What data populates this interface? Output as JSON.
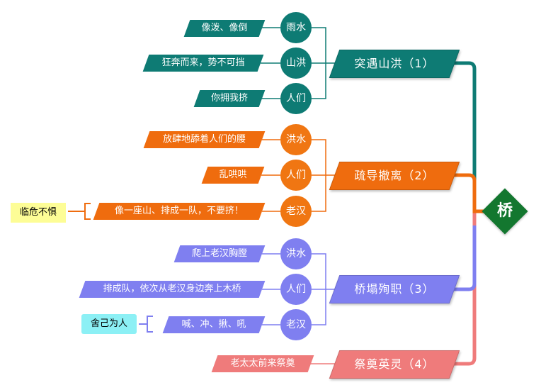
{
  "center": {
    "label": "桥",
    "color": "#13772f"
  },
  "branches": [
    {
      "label": "突遇山洪（1）",
      "color": "#0e7b74",
      "nodes": [
        {
          "label": "雨水",
          "detail": "像泼、像倒"
        },
        {
          "label": "山洪",
          "detail": "狂奔而来，势不可挡"
        },
        {
          "label": "人们",
          "detail": "你拥我挤"
        }
      ]
    },
    {
      "label": "疏导撤离（2）",
      "color": "#ef6c0e",
      "circle_color": "#f07612",
      "nodes": [
        {
          "label": "洪水",
          "detail": "放肆地舔着人们的腰"
        },
        {
          "label": "人们",
          "detail": "乱哄哄"
        },
        {
          "label": "老汉",
          "detail": "像一座山、排成一队，不要挤！"
        }
      ],
      "note": {
        "text": "临危不惧",
        "bg": "#fdfd96"
      }
    },
    {
      "label": "桥塌殉职（3）",
      "color": "#7f7ff0",
      "nodes": [
        {
          "label": "洪水",
          "detail": "爬上老汉胸膛"
        },
        {
          "label": "人们",
          "detail": "排成队，依次从老汉身边奔上木桥"
        },
        {
          "label": "老汉",
          "detail": "喊、冲、揪、吼"
        }
      ],
      "note": {
        "text": "舍己为人",
        "bg": "#8cf0f5"
      }
    },
    {
      "label": "祭奠英灵（4）",
      "color": "#ef7b7b",
      "nodes": [
        {
          "detail": "老太太前来祭奠"
        }
      ]
    }
  ]
}
